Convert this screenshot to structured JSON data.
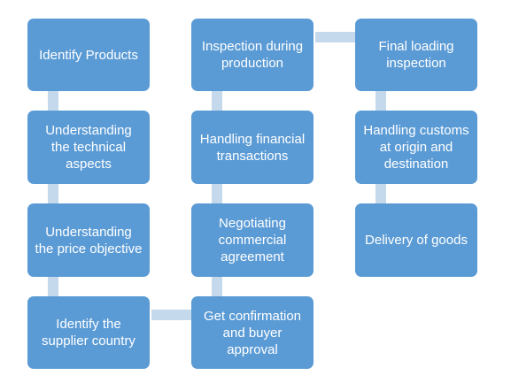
{
  "steps": {
    "identify_products": "Identify Products",
    "understanding_technical": "Understanding the technical aspects",
    "understanding_price": "Understanding the price objective",
    "identify_supplier": "Identify the supplier country",
    "get_confirmation": "Get confirmation and buyer approval",
    "negotiating": "Negotiating commercial agreement",
    "handling_financial": "Handling financial transactions",
    "inspection_production": "Inspection during production",
    "final_loading": "Final loading inspection",
    "handling_customs": "Handling customs at origin and destination",
    "delivery": "Delivery of goods"
  },
  "colors": {
    "box": "#5b9bd5",
    "connector": "#c5d9ec",
    "text": "#ffffff"
  }
}
